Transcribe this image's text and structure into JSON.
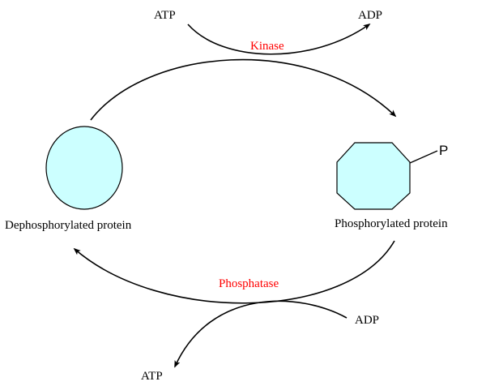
{
  "colors": {
    "enzyme_label": "#ff0000",
    "protein_fill": "#ccffff",
    "line": "#000000"
  },
  "top_reaction": {
    "substrate_in": "ATP",
    "product_out": "ADP",
    "enzyme": "Kinase"
  },
  "bottom_reaction": {
    "substrate_in": "ADP",
    "product_out": "ATP",
    "enzyme": "Phosphatase"
  },
  "left_protein": {
    "label": "Dephosphorylated protein",
    "shape": "ellipse"
  },
  "right_protein": {
    "label": "Phosphorylated protein",
    "shape": "octagon",
    "phosphate_label": "P"
  }
}
